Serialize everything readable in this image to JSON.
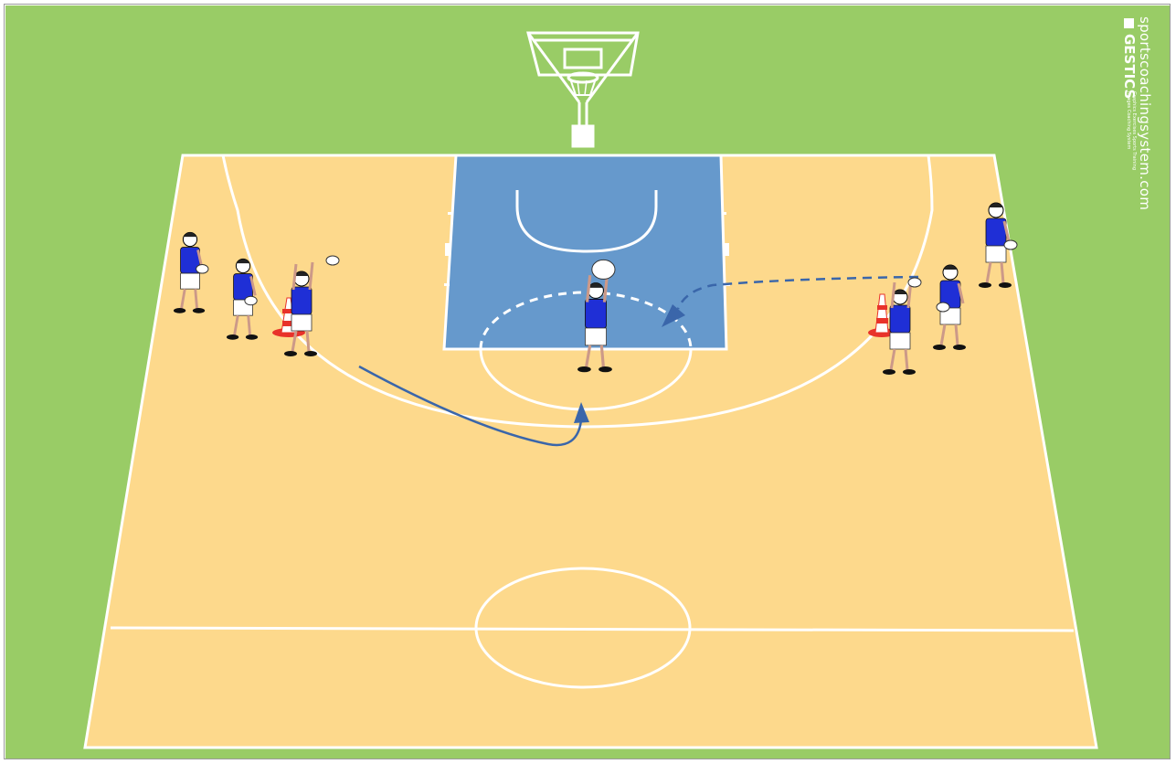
{
  "brand": {
    "site": "sportscoachingsystem.com",
    "logo": "GESTICS",
    "tagline_1": "Graphics Exercises Sports Training",
    "tagline_2": "Images Coaching System"
  },
  "colors": {
    "grass": "#99cc66",
    "court": "#fdd98c",
    "paint": "#6699cc",
    "line": "#ffffff",
    "jersey": "#1f2fd6",
    "arrow": "#3a66aa",
    "cone": "#e8322a"
  },
  "icons": [
    "basketball-hoop-icon",
    "player-icon",
    "ball-icon",
    "cone-icon",
    "curved-arrow-icon",
    "dashed-arrow-icon"
  ]
}
